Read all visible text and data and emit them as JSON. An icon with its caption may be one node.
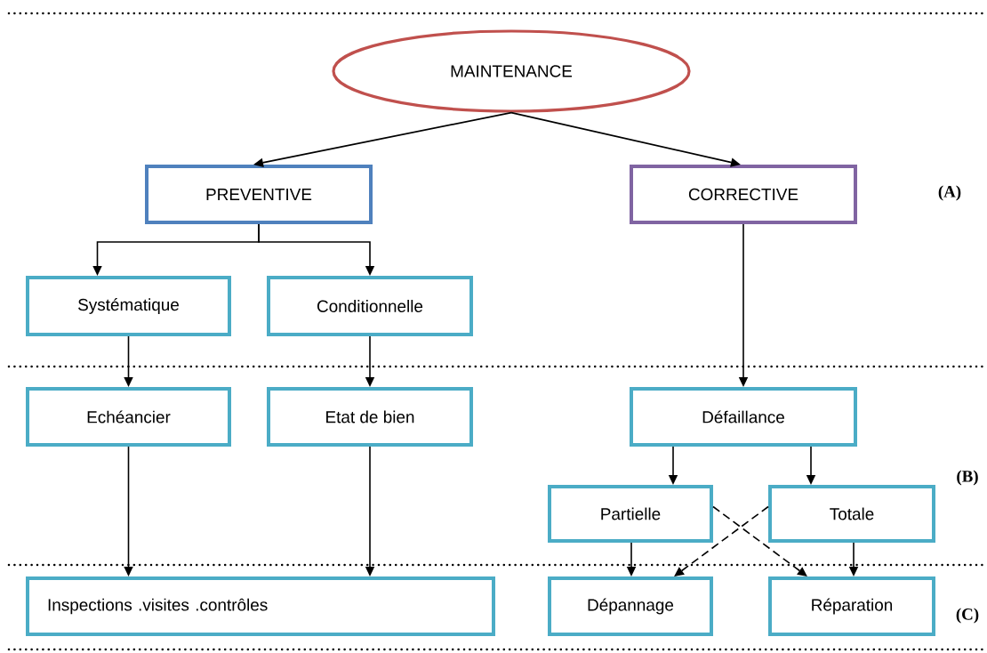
{
  "diagram": {
    "nodes": [
      {
        "text": [
          "MAINTENANCE"
        ]
      },
      {
        "text": [
          "PREVENTIVE"
        ]
      },
      {
        "text": [
          "CORRECTIVE"
        ]
      },
      {
        "text": [
          "Systématique"
        ]
      },
      {
        "text": [
          "Conditionnelle"
        ]
      },
      {
        "text": [
          "Echéancier"
        ]
      },
      {
        "text": [
          "Etat de bien"
        ]
      },
      {
        "text": [
          "Défaillance"
        ]
      },
      {
        "text": [
          "Partielle"
        ]
      },
      {
        "text": [
          "Totale"
        ]
      },
      {
        "text": [
          "Inspections .visites .contrôles"
        ]
      },
      {
        "text": [
          "Dépannage"
        ]
      },
      {
        "text": [
          "Réparation"
        ]
      }
    ],
    "edges": [
      {
        "from": 0,
        "to": 1,
        "arrow": "to"
      },
      {
        "from": 0,
        "to": 2,
        "arrow": "to"
      },
      {
        "from": 1,
        "to": 3,
        "arrow": "to"
      },
      {
        "from": 1,
        "to": 4,
        "arrow": "to"
      },
      {
        "from": 2,
        "to": 7,
        "arrow": "to"
      },
      {
        "from": 3,
        "to": 5,
        "arrow": "to"
      },
      {
        "from": 4,
        "to": 6,
        "arrow": "to"
      },
      {
        "from": 5,
        "to": 10,
        "arrow": "to"
      },
      {
        "from": 6,
        "to": 10,
        "arrow": "to"
      },
      {
        "from": 7,
        "to": 8,
        "arrow": "to"
      },
      {
        "from": 7,
        "to": 9,
        "arrow": "to"
      },
      {
        "from": 8,
        "to": 11,
        "arrow": "to"
      },
      {
        "from": 8,
        "to": 12,
        "arrow": "to",
        "style": "dashed"
      },
      {
        "from": 9,
        "to": 11,
        "arrow": "to",
        "style": "dashed"
      },
      {
        "from": 9,
        "to": 12,
        "arrow": "to"
      }
    ],
    "labels": [
      "(A)",
      "(B)",
      "(C)"
    ]
  }
}
